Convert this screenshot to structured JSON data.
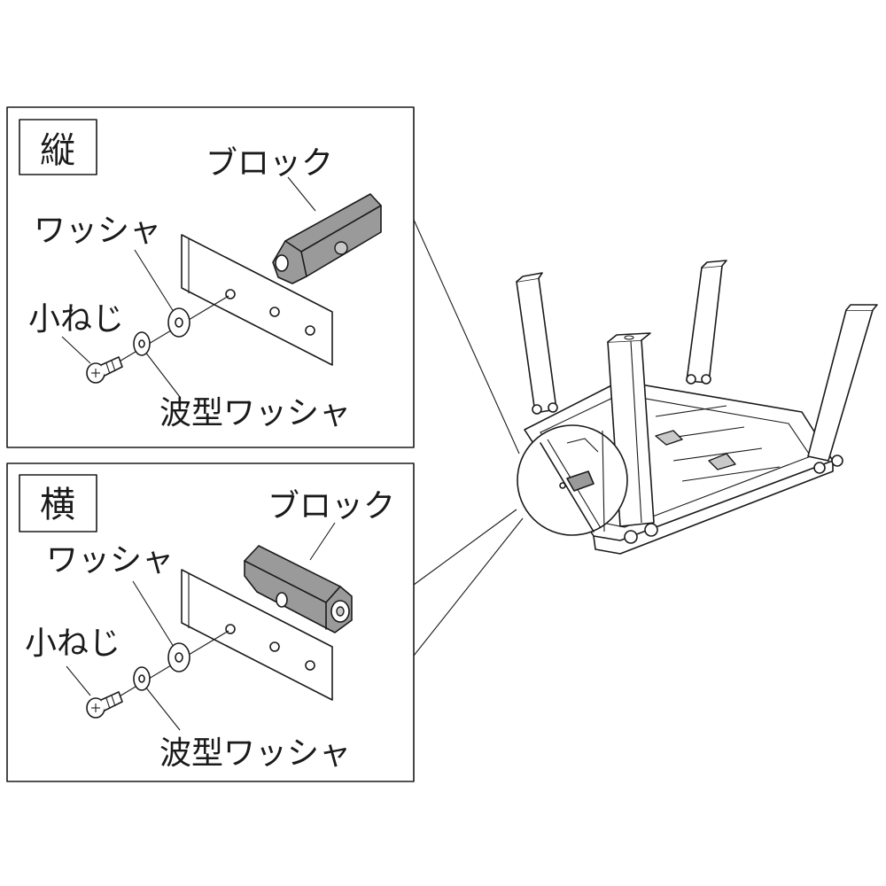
{
  "panels": {
    "vertical": {
      "orientation_label": "縦",
      "block_label": "ブロック",
      "washer_label": "ワッシャ",
      "screw_label": "小ねじ",
      "wave_washer_label": "波型ワッシャ"
    },
    "horizontal": {
      "orientation_label": "横",
      "block_label": "ブロック",
      "washer_label": "ワッシャ",
      "screw_label": "小ねじ",
      "wave_washer_label": "波型ワッシャ"
    }
  },
  "colors": {
    "line": "#1a1a1a",
    "block_fill": "#9a9a9a",
    "background": "#ffffff"
  }
}
